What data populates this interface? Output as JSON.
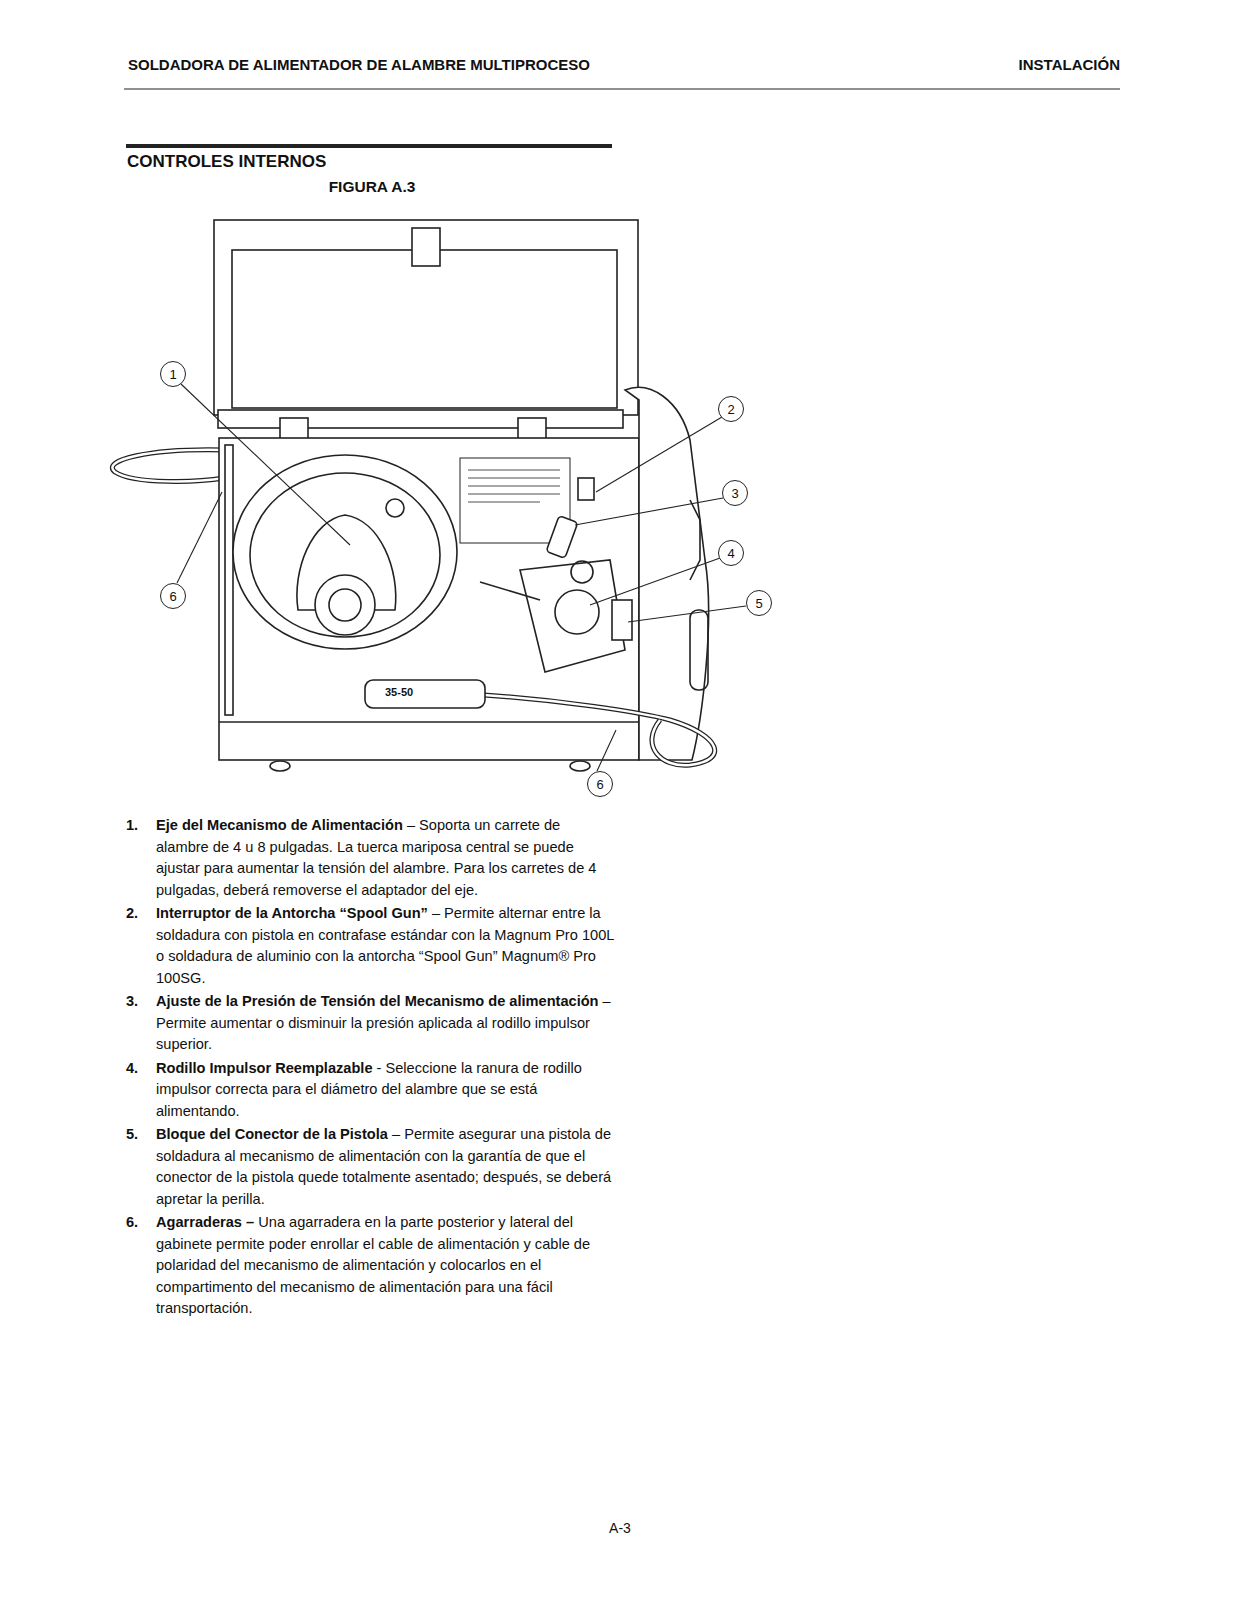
{
  "diagram": {
    "title": "CONTROLES INTERNOS",
    "caption": "FIGURA A.3",
    "nodes": [
      {
        "text": [
          "1"
        ]
      },
      {
        "text": [
          "2"
        ]
      },
      {
        "text": [
          "3"
        ]
      },
      {
        "text": [
          "4"
        ]
      },
      {
        "text": [
          "6"
        ]
      },
      {
        "text": [
          "5"
        ]
      },
      {
        "text": [
          "6"
        ]
      }
    ],
    "labels": [
      "SOLDADORA DE ALIMENTADOR DE ALAMBRE MULTIPROCESO",
      "INSTALACIÓN",
      "1.",
      "Eje del Mecanismo de Alimentación",
      "– Soporta un carrete de alambre de 4 u 8 pulgadas. La tuerca mariposa central se puede ajustar para aumentar la tensión del alambre. Para los carretes de 4 pulgadas, deberá removerse el adaptador del eje.",
      "2.",
      "Interruptor de la Antorcha “Spool Gun”",
      "– Permite alternar entre la soldadura con pistola en contrafase estándar con la Magnum Pro 100L o soldadura de aluminio con la antorcha “Spool Gun” Magnum® Pro 100SG.",
      "3.",
      "Ajuste de la Presión de Tensión del Mecanismo de alimentación",
      "– Permite aumentar o disminuir la presión aplicada al rodillo impulsor superior.",
      "4.",
      "Rodillo Impulsor Reemplazable",
      "- Seleccione la ranura de rodillo impulsor correcta para el diámetro del alambre que se está alimentando.",
      "5.",
      "Bloque del Conector de la Pistola",
      "– Permite asegurar una pistola de soldadura al mecanismo de alimentación con la garantía de que el conector de la pistola quede totalmente asentado; después, se deberá apretar la perilla.",
      "6.",
      "Agarraderas –",
      "Una agarradera en la parte posterior y lateral del gabinete permite poder enrollar el cable de alimentación y cable de polaridad del mecanismo de alimentación y colocarlos en el compartimento del mecanismo de alimentación para una fácil transportación.",
      "35-50",
      "A-3"
    ]
  }
}
